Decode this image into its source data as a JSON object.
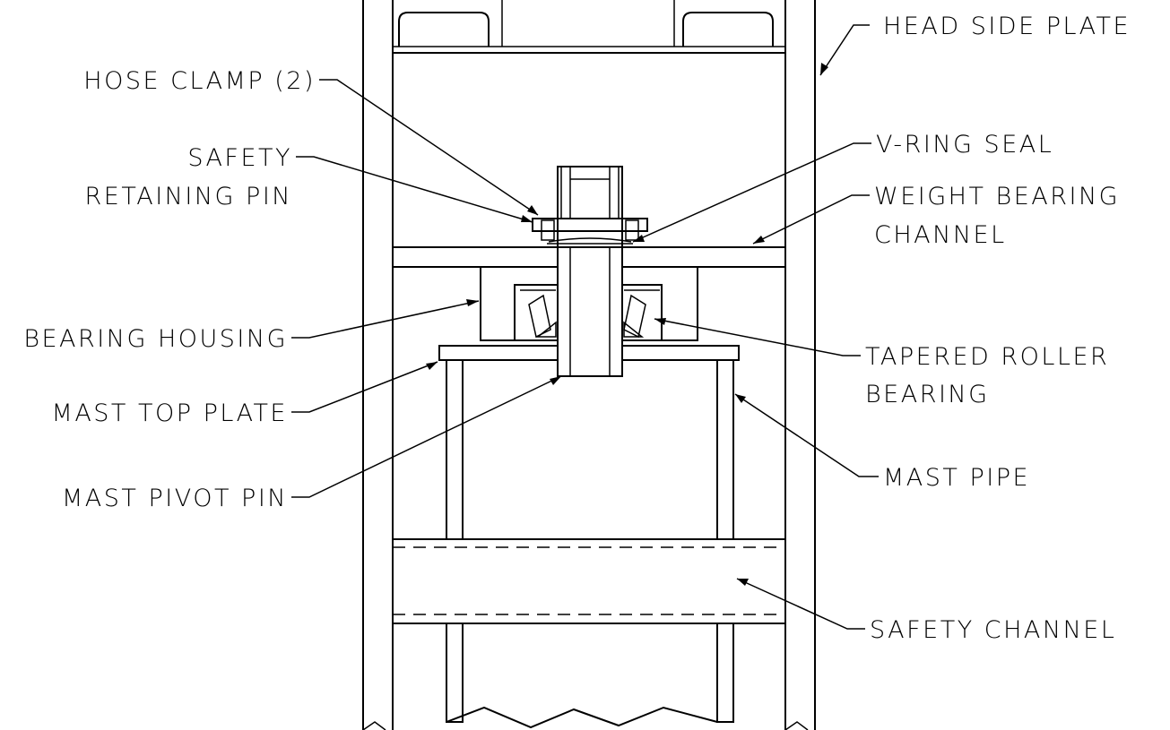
{
  "labels": {
    "head_side_plate": "HEAD SIDE PLATE",
    "hose_clamp": "HOSE CLAMP (2)",
    "v_ring_seal": "V-RING SEAL",
    "safety_retaining_pin_1": "SAFETY",
    "safety_retaining_pin_2": "RETAINING PIN",
    "weight_bearing_channel_1": "WEIGHT BEARING",
    "weight_bearing_channel_2": "CHANNEL",
    "bearing_housing": "BEARING HOUSING",
    "tapered_roller_bearing_1": "TAPERED ROLLER",
    "tapered_roller_bearing_2": "BEARING",
    "mast_top_plate": "MAST TOP PLATE",
    "mast_pipe": "MAST PIPE",
    "mast_pivot_pin": "MAST PIVOT PIN",
    "safety_channel": "SAFETY CHANNEL"
  }
}
